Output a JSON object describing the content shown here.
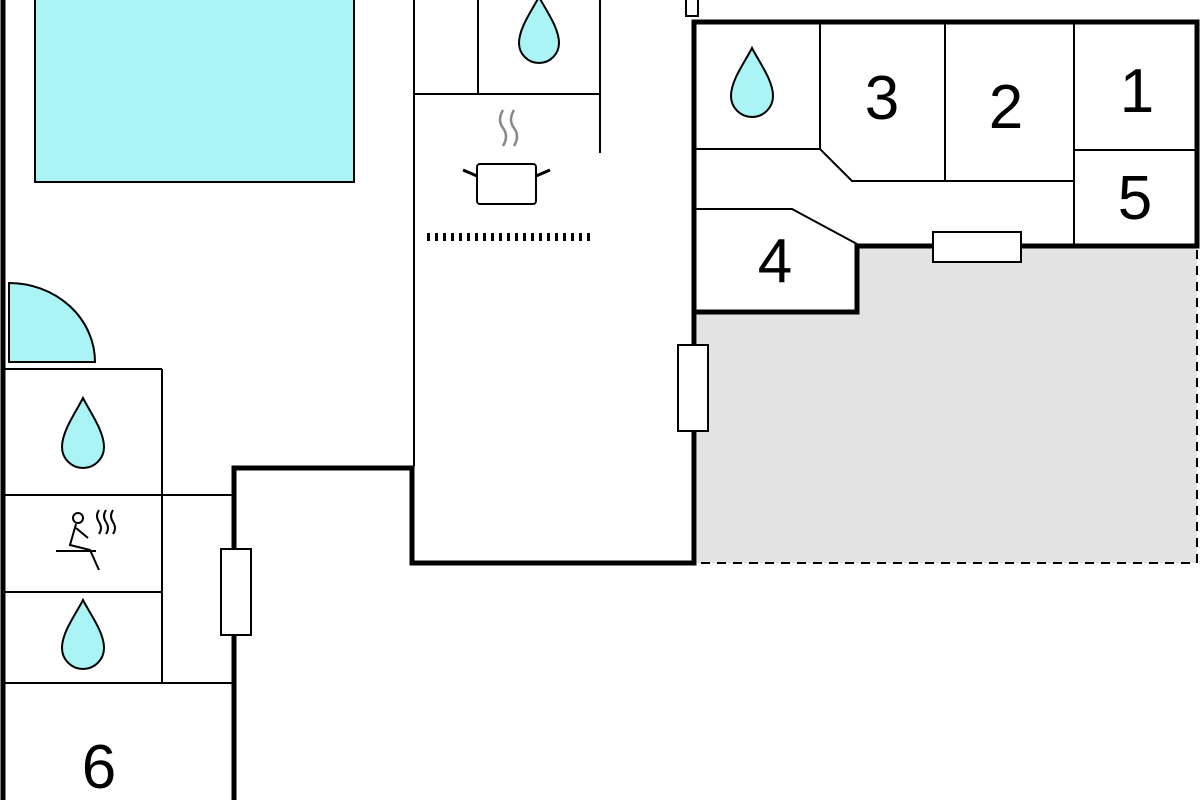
{
  "floorplan": {
    "room_labels": {
      "room_1": "1",
      "room_2": "2",
      "room_3": "3",
      "room_4": "4",
      "room_5": "5",
      "room_6": "6"
    },
    "icons": {
      "water": "water-drop-icon",
      "kitchen": "cooking-pot-icon",
      "sauna": "sauna-icon"
    },
    "colors": {
      "pool": "#aaf4f6",
      "terrace": "#e3e3e3",
      "wall": "#000000"
    }
  }
}
